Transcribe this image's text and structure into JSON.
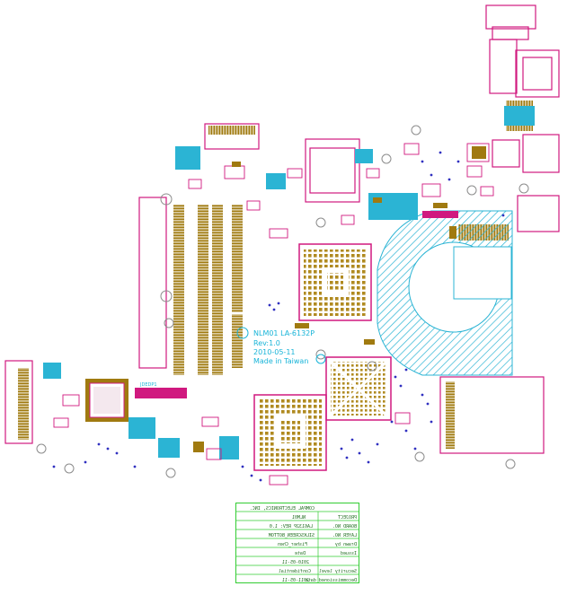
{
  "board": {
    "model": "NLM01 LA-6132P",
    "revision": "Rev:1.0",
    "date": "2010-05-11",
    "origin": "Made in Taiwan",
    "connector_label": "JDEDP1"
  },
  "colors": {
    "silkscreen": "#d0197f",
    "copper": "#a07a10",
    "fill": "#2bb4d4",
    "title_block": "#33cc33",
    "label": "#18b4d8",
    "via": "#3030c0"
  },
  "title_block": {
    "rows": [
      {
        "label": "",
        "value": "COMPAL ELECTRONICS, INC."
      },
      {
        "label": "PROJECT",
        "value": "NLM01"
      },
      {
        "label": "BOARD NO.",
        "value": "LA6132P  REV: 1.0"
      },
      {
        "label": "LAYER NO.",
        "value": "SILKSCREEN_BOTTOM"
      },
      {
        "label": "Drawn by",
        "value": "Fisher_Chen"
      },
      {
        "label": "Issued",
        "value": "Date"
      },
      {
        "label": "",
        "value": "2010-05-11"
      },
      {
        "label": "Security level",
        "value": "Confidential"
      },
      {
        "label": "Decommissioned date",
        "value": "2011-05-11"
      }
    ]
  }
}
